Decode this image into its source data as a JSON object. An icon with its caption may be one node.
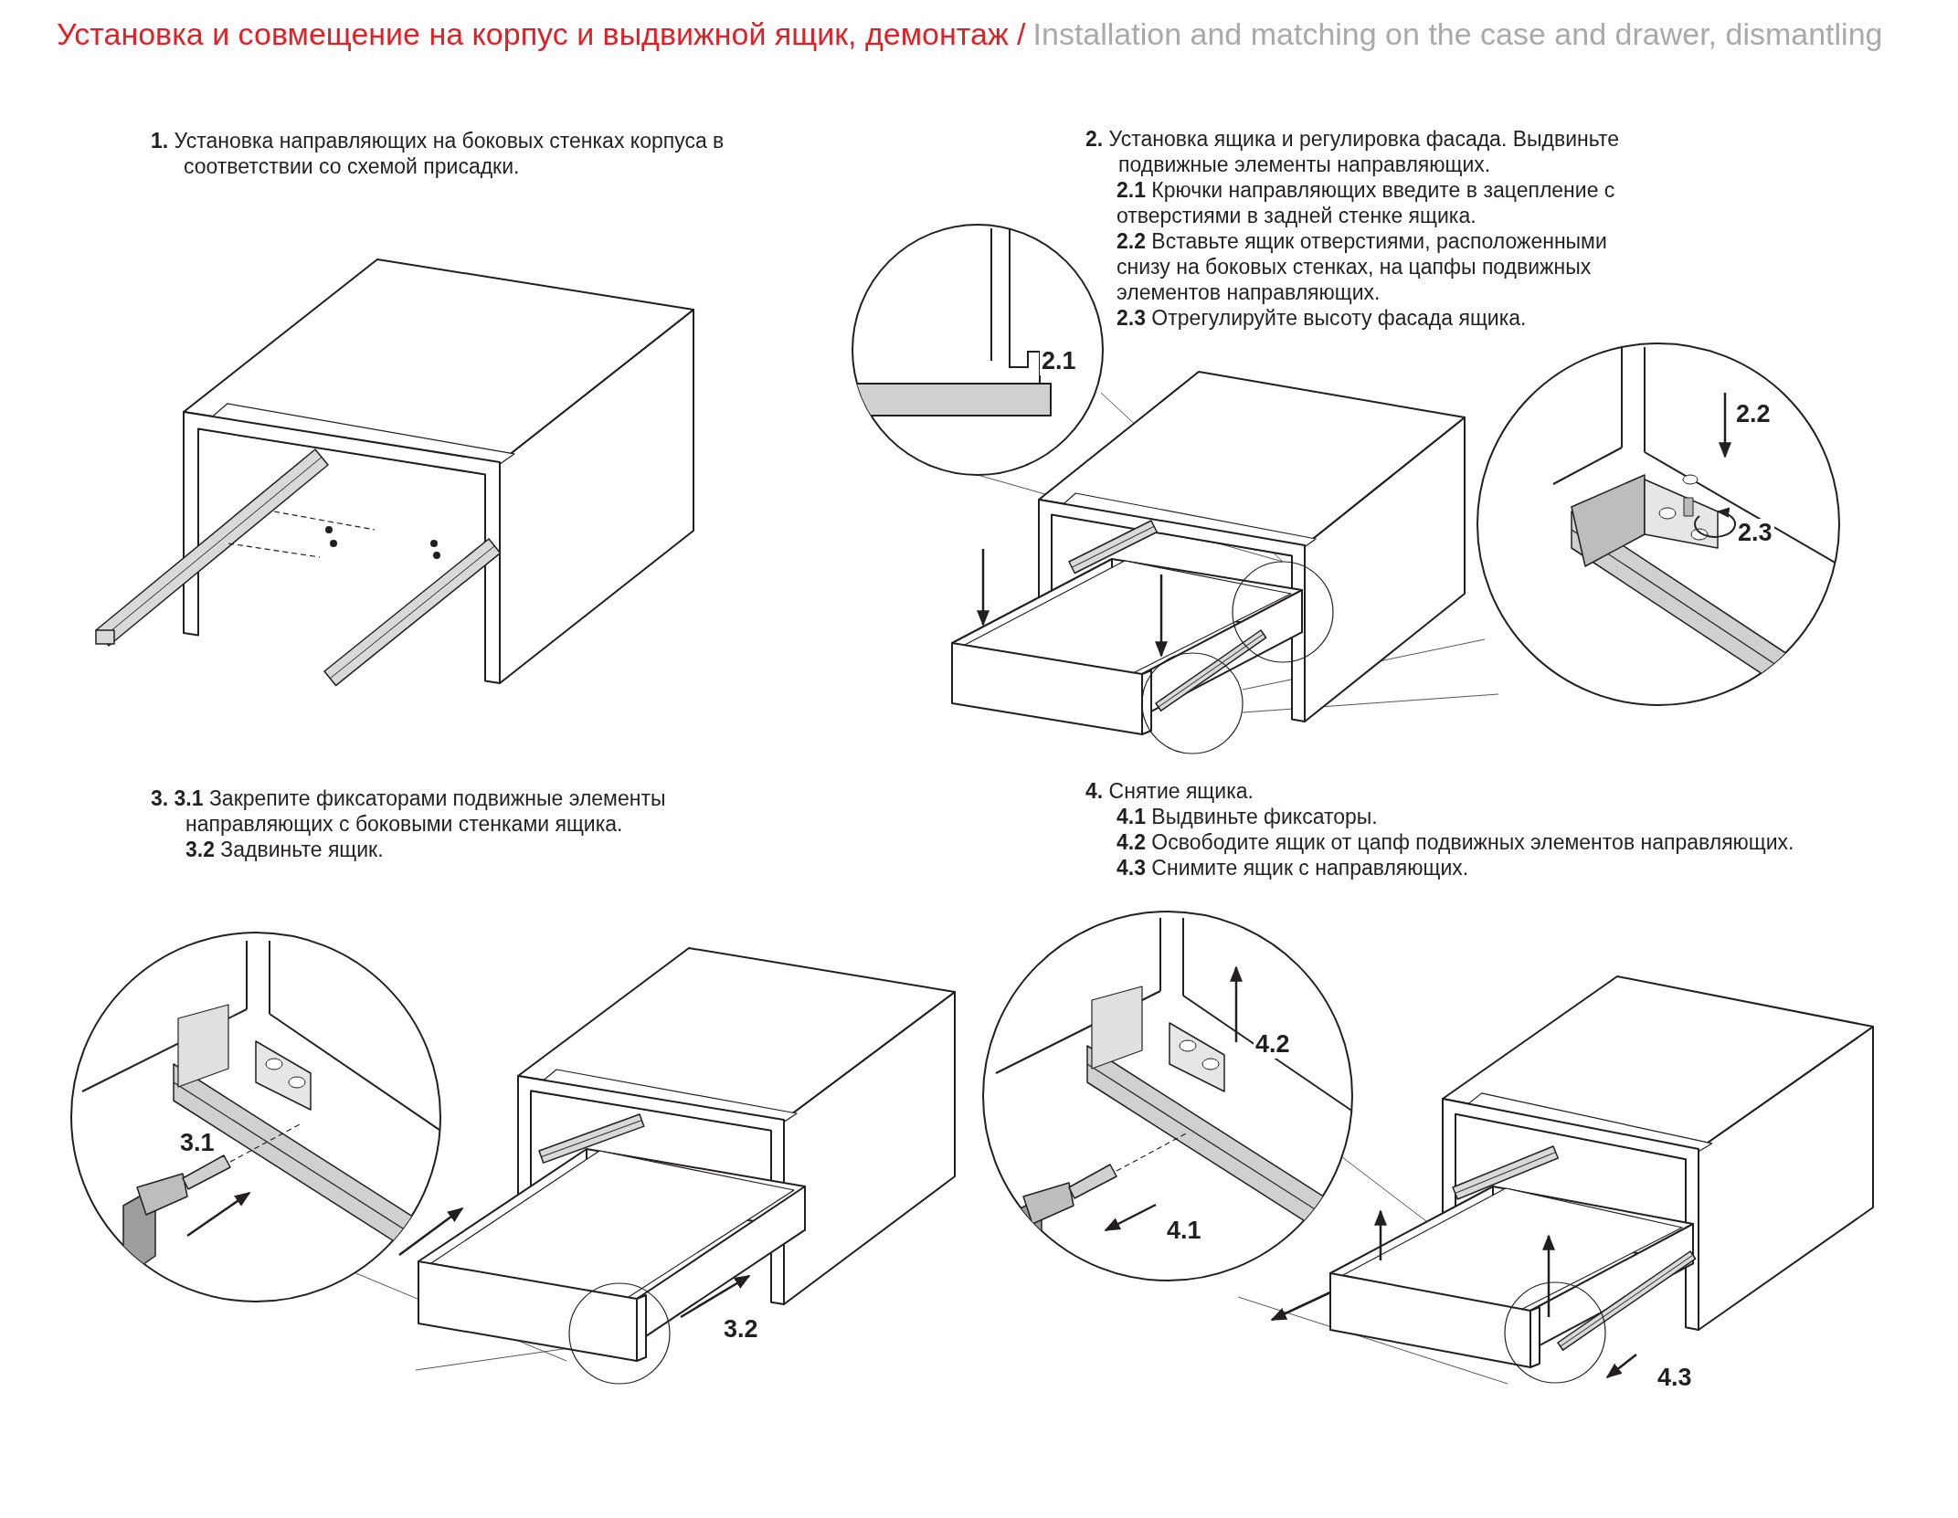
{
  "diagram": {
    "title": "Установка и совмещение на корпус и выдвижной ящик, демонтаж /",
    "labels": [
      "Installation and matching on the case and drawer, dismantling",
      "**1.** Установка направляющих на боковых стенках корпуса в соответствии со схемой присадки.",
      "**2.** Установка ящика и регулировка фасада. Выдвиньте подвижные элементы направляющих.",
      "**2.1** Крючки направляющих введите в зацепление с отверстиями в задней стенке ящика.",
      "**2.2** Вставьте ящик отверстиями, расположенными снизу на боковых стенках, на цапфы подвижных элементов направляющих.",
      "**2.3** Отрегулируйте высоту фасада ящика.",
      "2.1",
      "2.2",
      "2.3",
      "**3.** **3.1** Закрепите фиксаторами подвижные элементы направляющих с боковыми стенками ящика.",
      "**3.2** Задвиньте ящик.",
      "**4.** Снятие ящика.",
      "**4.1** Выдвиньте фиксаторы.",
      "**4.2** Освободите ящик от цапф подвижных элементов направляющих.",
      "**4.3** Снимите ящик с направляющих.",
      "3.1",
      "3.2",
      "4.1",
      "4.2",
      "4.3"
    ]
  }
}
